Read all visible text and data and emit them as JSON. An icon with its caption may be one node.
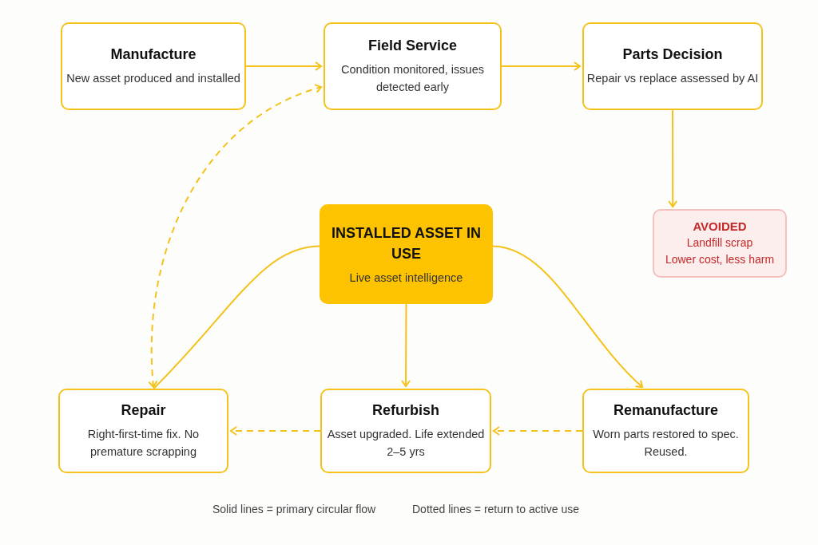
{
  "diagram": {
    "nodes": [
      {
        "text": [
          "Manufacture",
          "New asset produced and installed"
        ]
      },
      {
        "text": [
          "Field Service",
          "Condition monitored, issues detected early"
        ]
      },
      {
        "text": [
          "Parts Decision",
          "Repair vs replace assessed by AI"
        ]
      },
      {
        "text": [
          "AVOIDED",
          "Landfill scrap",
          "Lower cost, less harm"
        ]
      },
      {
        "text": [
          "INSTALLED ASSET IN USE",
          "Live asset intelligence"
        ]
      },
      {
        "text": [
          "Repair",
          "Right-first-time fix. No premature scrapping"
        ]
      },
      {
        "text": [
          "Refurbish",
          "Asset upgraded. Life extended 2–5 yrs"
        ]
      },
      {
        "text": [
          "Remanufacture",
          "Worn parts restored to spec. Reused."
        ]
      }
    ],
    "edges": [
      {
        "from": 0,
        "to": 1,
        "arrow": "to"
      },
      {
        "from": 1,
        "to": 2,
        "arrow": "to"
      },
      {
        "from": 2,
        "to": 3,
        "arrow": "to"
      },
      {
        "from": 4,
        "to": 5,
        "arrow": "none"
      },
      {
        "from": 4,
        "to": 6,
        "arrow": "to"
      },
      {
        "from": 4,
        "to": 7,
        "arrow": "to"
      },
      {
        "from": 7,
        "to": 6,
        "arrow": "to",
        "style": "dashed"
      },
      {
        "from": 6,
        "to": 5,
        "arrow": "to",
        "style": "dashed"
      },
      {
        "from": 5,
        "to": 1,
        "arrow": "both",
        "style": "dashed"
      }
    ],
    "labels": [
      "Solid lines = primary circular flow",
      "Dotted lines = return to active use"
    ]
  }
}
